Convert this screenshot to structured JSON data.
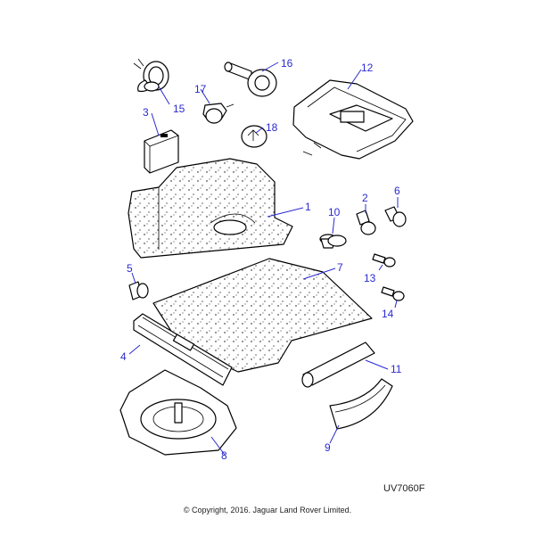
{
  "callouts": {
    "c1": "1",
    "c2": "2",
    "c3": "3",
    "c4": "4",
    "c5": "5",
    "c6": "6",
    "c7": "7",
    "c8": "8",
    "c9": "9",
    "c10": "10",
    "c11": "11",
    "c12": "12",
    "c13": "13",
    "c14": "14",
    "c15": "15",
    "c16": "16",
    "c17": "17",
    "c18": "18"
  },
  "reference_code": "UV7060F",
  "copyright": "© Copyright, 2016. Jaguar Land Rover Limited.",
  "colors": {
    "callout": "#2a2ad0",
    "line": "#000000",
    "background": "#ffffff"
  }
}
